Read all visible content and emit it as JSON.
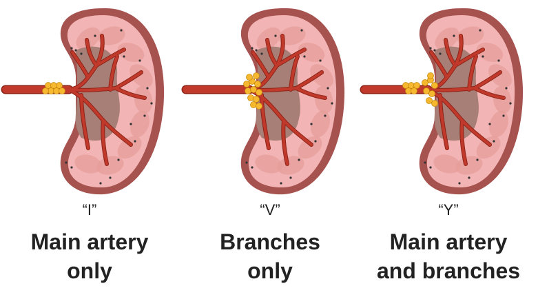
{
  "panels": [
    {
      "code": "“I”",
      "caption_line1": "Main artery",
      "caption_line2": "only",
      "location": "main"
    },
    {
      "code": "“V”",
      "caption_line1": "Branches",
      "caption_line2": "only",
      "location": "branches"
    },
    {
      "code": "“Y”",
      "caption_line1": "Main artery",
      "caption_line2": "and branches",
      "location": "both"
    }
  ],
  "colors": {
    "kidney_outer": "#a6524f",
    "kidney_cortex": "#f2b4b4",
    "kidney_sinus": "#a77f77",
    "pyramid": "#e59e9a",
    "artery": "#c0392b",
    "artery_dark": "#8e2418",
    "node": "#f5b82e",
    "node_edge": "#c98a10",
    "text": "#222222"
  }
}
